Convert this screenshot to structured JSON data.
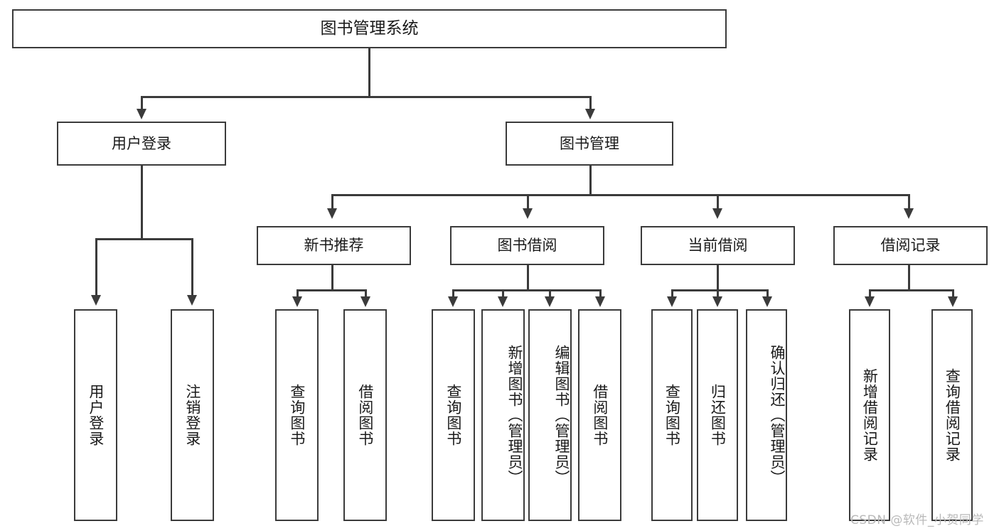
{
  "diagram": {
    "kind": "tree-diagram",
    "title": "图书管理系统",
    "colors": {
      "box_border": "#3b3b3b",
      "box_fill": "#ffffff",
      "connector": "#3b3b3b",
      "text": "#1a1a1a",
      "watermark": "#b9b9b9",
      "background": "#ffffff"
    }
  },
  "root": {
    "label": "图书管理系统"
  },
  "level2": [
    {
      "label": "用户登录"
    },
    {
      "label": "图书管理"
    }
  ],
  "level3": [
    {
      "label": "新书推荐"
    },
    {
      "label": "图书借阅"
    },
    {
      "label": "当前借阅"
    },
    {
      "label": "借阅记录"
    }
  ],
  "leaves": {
    "user_login": [
      {
        "label": "用户登录"
      },
      {
        "label": "注销登录"
      }
    ],
    "new_book_recommend": [
      {
        "label": "查询图书"
      },
      {
        "label": "借阅图书"
      }
    ],
    "book_borrow": [
      {
        "label": "查询图书"
      },
      {
        "label": "新增图书（管理员）"
      },
      {
        "label": "编辑图书（管理员）"
      },
      {
        "label": "借阅图书"
      }
    ],
    "current_borrow": [
      {
        "label": "查询图书"
      },
      {
        "label": "归还图书"
      },
      {
        "label": "确认归还（管理员）"
      }
    ],
    "borrow_record": [
      {
        "label": "新增借阅记录"
      },
      {
        "label": "查询借阅记录"
      }
    ]
  },
  "watermark": {
    "text": "CSDN @软件_小贺同学"
  }
}
